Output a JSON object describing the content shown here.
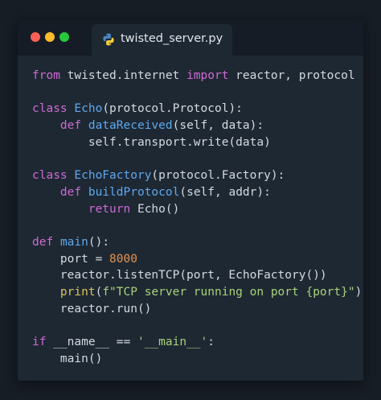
{
  "window": {
    "tab_title": "twisted_server.py",
    "tab_icon": "python-icon"
  },
  "colors": {
    "background": "#171d25",
    "editor_bg": "#1e2833",
    "titlebar_bg": "#151c25",
    "keyword": "#cf6ad3",
    "function": "#5ea8ee",
    "builtin": "#d9c45d",
    "number": "#e5924e",
    "string": "#a9d37a",
    "text": "#d4d9df"
  },
  "code": {
    "lines": [
      [
        [
          "keyword",
          "from"
        ],
        [
          "name",
          " twisted.internet "
        ],
        [
          "keyword",
          "import"
        ],
        [
          "name",
          " reactor, protocol"
        ]
      ],
      [],
      [
        [
          "keyword",
          "class"
        ],
        [
          "name",
          " "
        ],
        [
          "function",
          "Echo"
        ],
        [
          "name",
          "(protocol.Protocol):"
        ]
      ],
      [
        [
          "name",
          "    "
        ],
        [
          "keyword",
          "def"
        ],
        [
          "name",
          " "
        ],
        [
          "function",
          "dataReceived"
        ],
        [
          "name",
          "(self, data):"
        ]
      ],
      [
        [
          "name",
          "        self.transport.write(data)"
        ]
      ],
      [],
      [
        [
          "keyword",
          "class"
        ],
        [
          "name",
          " "
        ],
        [
          "function",
          "EchoFactory"
        ],
        [
          "name",
          "(protocol.Factory):"
        ]
      ],
      [
        [
          "name",
          "    "
        ],
        [
          "keyword",
          "def"
        ],
        [
          "name",
          " "
        ],
        [
          "function",
          "buildProtocol"
        ],
        [
          "name",
          "(self, addr):"
        ]
      ],
      [
        [
          "name",
          "        "
        ],
        [
          "keyword",
          "return"
        ],
        [
          "name",
          " Echo()"
        ]
      ],
      [],
      [
        [
          "keyword",
          "def"
        ],
        [
          "name",
          " "
        ],
        [
          "function",
          "main"
        ],
        [
          "name",
          "():"
        ]
      ],
      [
        [
          "name",
          "    port = "
        ],
        [
          "number",
          "8000"
        ]
      ],
      [
        [
          "name",
          "    reactor.listenTCP(port, EchoFactory())"
        ]
      ],
      [
        [
          "name",
          "    "
        ],
        [
          "builtin",
          "print"
        ],
        [
          "name",
          "("
        ],
        [
          "string",
          "f\"TCP server running on port {port}\""
        ],
        [
          "name",
          ")"
        ]
      ],
      [
        [
          "name",
          "    reactor.run()"
        ]
      ],
      [],
      [
        [
          "keyword",
          "if"
        ],
        [
          "name",
          " __name__ == "
        ],
        [
          "string",
          "'__main__'"
        ],
        [
          "name",
          ":"
        ]
      ],
      [
        [
          "name",
          "    main()"
        ]
      ]
    ]
  }
}
